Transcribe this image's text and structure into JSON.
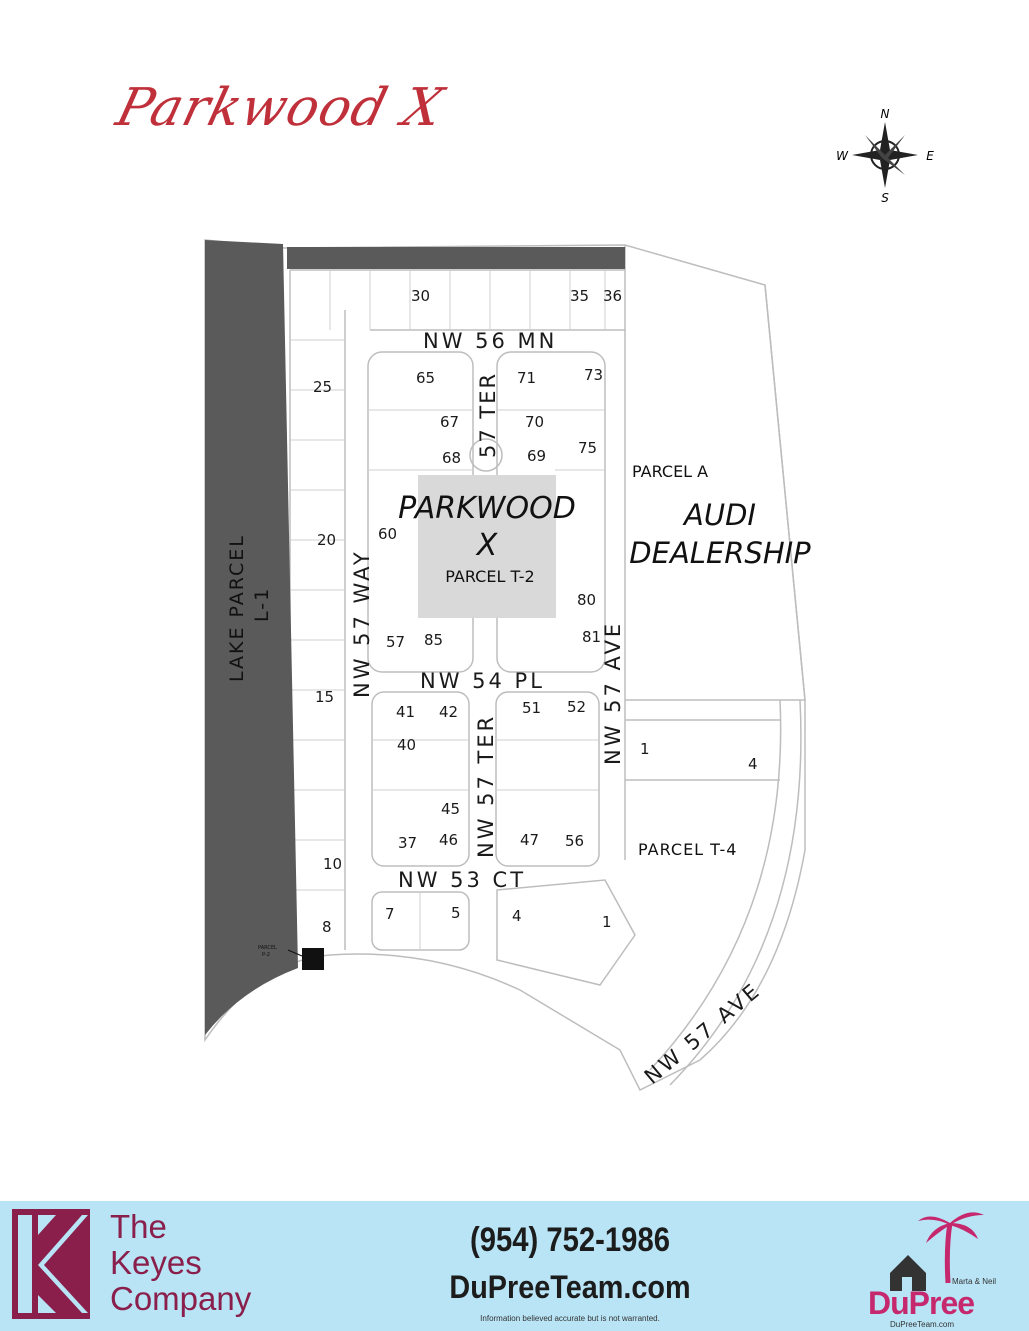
{
  "title": "Parkwood X",
  "compass": {
    "n": "N",
    "s": "S",
    "e": "E",
    "w": "W"
  },
  "map": {
    "streets": {
      "nw56mn": "NW 56 MN",
      "nw57ter_top": "57 TER",
      "nw57way": "NW 57 WAY",
      "nw54pl": "NW 54 PL",
      "nw57ter_mid": "NW 57 TER",
      "nw57ave_inner": "NW 57 AVE",
      "nw53ct": "NW 53 CT",
      "nw57ave_outer": "NW 57 AVE"
    },
    "areas": {
      "parkwood_line1": "PARKWOOD",
      "parkwood_line2": "X",
      "parcel_t2": "PARCEL T-2",
      "parcel_a": "PARCEL A",
      "audi_line1": "AUDI",
      "audi_line2": "DEALERSHIP",
      "lake_line1": "LAKE PARCEL",
      "lake_line2": "L-1",
      "parcel_t4": "PARCEL T-4",
      "parcel_p2_line1": "PARCEL",
      "parcel_p2_line2": "P-2"
    },
    "lots": {
      "l30": "30",
      "l35": "35",
      "l36": "36",
      "l25": "25",
      "l20": "20",
      "l15": "15",
      "l10": "10",
      "l8": "8",
      "l65": "65",
      "l71": "71",
      "l73": "73",
      "l67": "67",
      "l70": "70",
      "l68": "68",
      "l69": "69",
      "l75": "75",
      "l60": "60",
      "l80": "80",
      "l57": "57",
      "l85": "85",
      "l81": "81",
      "l41": "41",
      "l42": "42",
      "l51": "51",
      "l52": "52",
      "l40": "40",
      "l45": "45",
      "l37": "37",
      "l46": "46",
      "l47": "47",
      "l56": "56",
      "l7": "7",
      "l5": "5",
      "l4a": "4",
      "l1a": "1",
      "l1b": "1",
      "l4b": "4"
    }
  },
  "footer": {
    "keyes_line1": "The",
    "keyes_line2": "Keyes",
    "keyes_line3": "Company",
    "phone": "(954) 752-1986",
    "website": "DuPreeTeam.com",
    "disclaimer": "Information believed accurate but is not warranted.",
    "dupree_sub": "Marta & Neil",
    "dupree_name": "DuPree",
    "dupree_web": "DuPreeTeam.com"
  },
  "colors": {
    "title": "#c0303a",
    "footer_bg": "#b8e4f5",
    "keyes": "#8a1f4c",
    "dupree": "#c6286e",
    "lake": "#5a5a5a",
    "park": "#d9d9d9"
  }
}
